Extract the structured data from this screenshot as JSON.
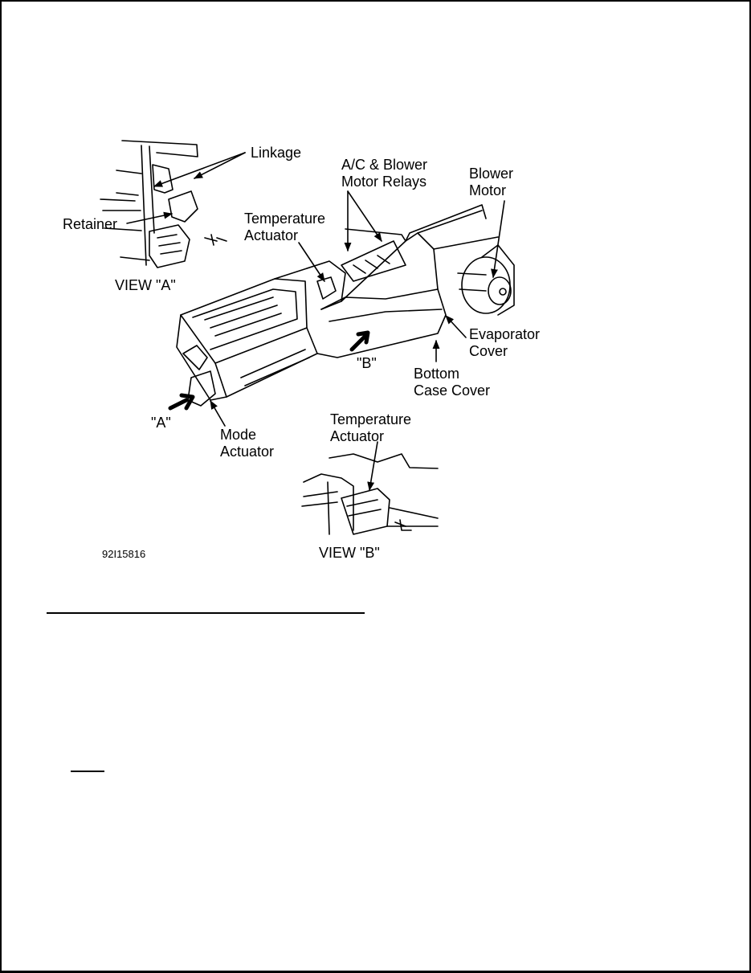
{
  "labels": {
    "linkage": "Linkage",
    "ac_blower_relays": "A/C & Blower\nMotor Relays",
    "blower_motor": "Blower\nMotor",
    "retainer": "Retainer",
    "temp_actuator_top": "Temperature\nActuator",
    "view_a": "VIEW \"A\"",
    "evaporator_cover": "Evaporator\nCover",
    "b_marker": "\"B\"",
    "bottom_case_cover": "Bottom\nCase Cover",
    "a_marker": "\"A\"",
    "mode_actuator": "Mode\nActuator",
    "temp_actuator_bottom": "Temperature\nActuator",
    "figure_code": "92I15816",
    "view_b": "VIEW \"B\""
  }
}
